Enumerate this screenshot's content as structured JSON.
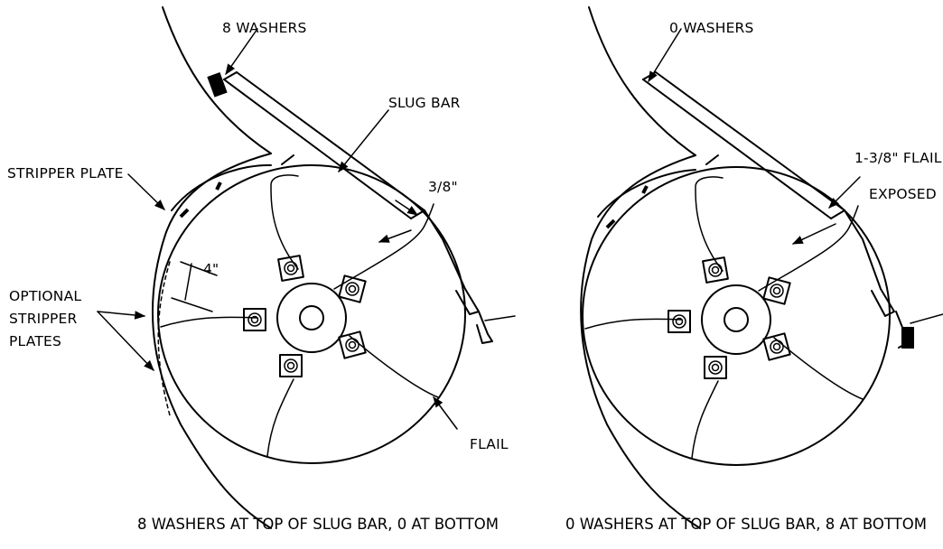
{
  "left_panel": {
    "washers_label": "8 WASHERS",
    "slug_bar_label": "SLUG BAR",
    "gap_label": "3/8\"",
    "stripper_plate_label": "STRIPPER PLATE",
    "distance_label": "4\"",
    "optional_label_lines": [
      "OPTIONAL",
      "STRIPPER",
      "PLATES"
    ],
    "flail_label": "FLAIL",
    "caption": "8 WASHERS AT TOP OF SLUG BAR, 0 AT BOTTOM"
  },
  "right_panel": {
    "washers_label": "0 WASHERS",
    "exposed_label_lines": [
      "1-3/8\" FLAIL",
      "EXPOSED"
    ],
    "caption": "0 WASHERS AT TOP OF SLUG BAR, 8 AT BOTTOM"
  }
}
